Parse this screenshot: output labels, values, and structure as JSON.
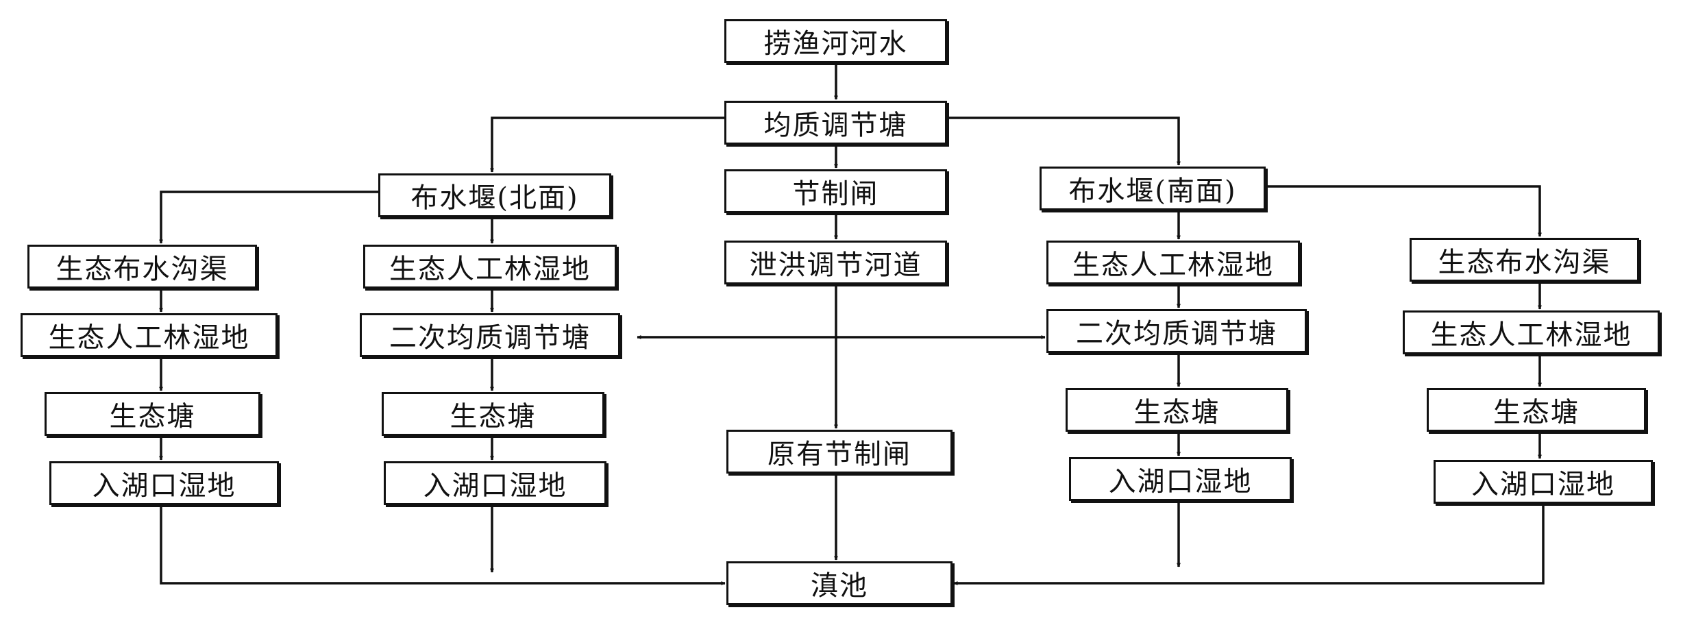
{
  "nodes": {
    "n_source": "捞渔河河水",
    "n_equalize": "均质调节塘",
    "n_weir_north": "布水堰(北面)",
    "n_gate": "节制闸",
    "n_weir_south": "布水堰(南面)",
    "n_ditch_w": "生态布水沟渠",
    "n_forest_nw": "生态人工林湿地",
    "n_flood_channel": "泄洪调节河道",
    "n_forest_se": "生态人工林湿地",
    "n_ditch_e": "生态布水沟渠",
    "n_forest_w": "生态人工林湿地",
    "n_second_n": "二次均质调节塘",
    "n_second_s": "二次均质调节塘",
    "n_forest_e": "生态人工林湿地",
    "n_pond_w": "生态塘",
    "n_pond_nw": "生态塘",
    "n_orig_gate": "原有节制闸",
    "n_pond_se": "生态塘",
    "n_pond_e": "生态塘",
    "n_inlet_w": "入湖口湿地",
    "n_inlet_nw": "入湖口湿地",
    "n_inlet_se": "入湖口湿地",
    "n_inlet_e": "入湖口湿地",
    "n_dianchi": "滇池"
  }
}
